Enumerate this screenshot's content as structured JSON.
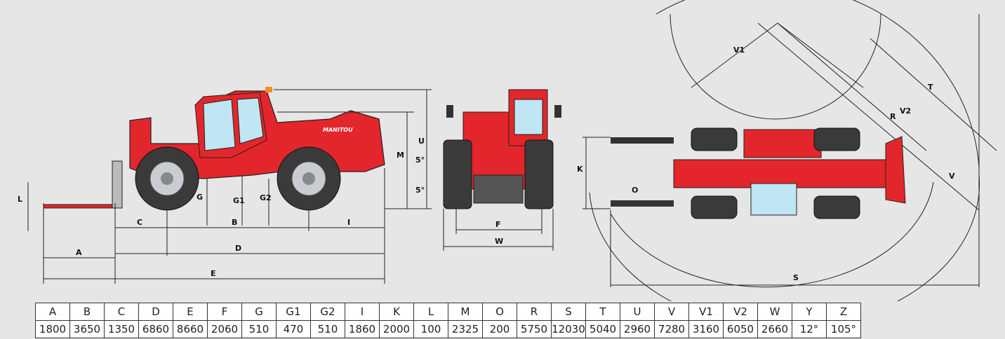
{
  "colors": {
    "machine_red": "#e3262b",
    "tire_dark": "#3a3a3a",
    "rim_grey": "#c9cdd2",
    "cab_glass": "#bfe6f2",
    "background": "#e6e6e6"
  },
  "labels": {
    "side": [
      "A",
      "B",
      "C",
      "D",
      "E",
      "G",
      "G1",
      "G2",
      "I",
      "L",
      "M",
      "U",
      "5°",
      "5°"
    ],
    "front": [
      "F",
      "W",
      "K"
    ],
    "top": [
      "O",
      "S",
      "T",
      "V",
      "V1",
      "V2",
      "R"
    ],
    "brand": "MANITOU"
  },
  "dimensions": {
    "headers": [
      "A",
      "B",
      "C",
      "D",
      "E",
      "F",
      "G",
      "G1",
      "G2",
      "I",
      "K",
      "L",
      "M",
      "O",
      "R",
      "S",
      "T",
      "U",
      "V",
      "V1",
      "V2",
      "W",
      "Y",
      "Z"
    ],
    "values": [
      "1800",
      "3650",
      "1350",
      "6860",
      "8660",
      "2060",
      "510",
      "470",
      "510",
      "1860",
      "2000",
      "100",
      "2325",
      "200",
      "5750",
      "12030",
      "5040",
      "2960",
      "7280",
      "3160",
      "6050",
      "2660",
      "12°",
      "105°"
    ]
  }
}
